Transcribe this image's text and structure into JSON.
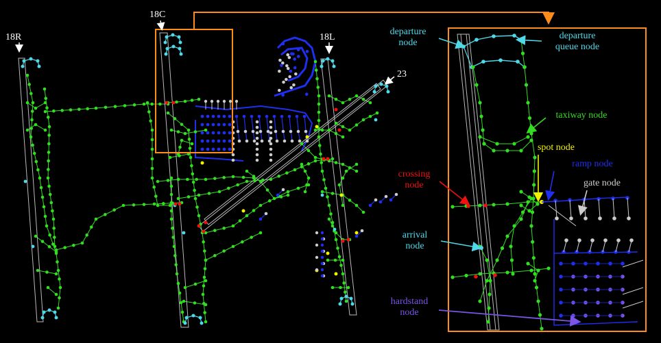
{
  "runways": [
    {
      "id": "rw-18r",
      "label": "18R"
    },
    {
      "id": "rw-18c",
      "label": "18C"
    },
    {
      "id": "rw-18l",
      "label": "18L"
    },
    {
      "id": "rw-23",
      "label": "23"
    }
  ],
  "legend": [
    {
      "key": "departure",
      "label": "departure node",
      "lines": [
        "departure",
        "node"
      ],
      "color": "#4fd8e8"
    },
    {
      "key": "queue",
      "label": "departure queue node",
      "lines": [
        "departure",
        "queue node"
      ],
      "color": "#4fd8e8"
    },
    {
      "key": "taxiway",
      "label": "taxiway node",
      "lines": [
        "taxiway node"
      ],
      "color": "#33dd22"
    },
    {
      "key": "spot",
      "label": "spot node",
      "lines": [
        "spot node"
      ],
      "color": "#f2f200"
    },
    {
      "key": "ramp",
      "label": "ramp node",
      "lines": [
        "ramp node"
      ],
      "color": "#1f2ff0"
    },
    {
      "key": "gate",
      "label": "gate node",
      "lines": [
        "gate node"
      ],
      "color": "#cccccc"
    },
    {
      "key": "crossing",
      "label": "crossing node",
      "lines": [
        "crossing",
        "node"
      ],
      "color": "#ee1111"
    },
    {
      "key": "arrival",
      "label": "arrival node",
      "lines": [
        "arrival",
        "node"
      ],
      "color": "#4fd8e8"
    },
    {
      "key": "hardstand",
      "label": "hardstand node",
      "lines": [
        "hardstand",
        "node"
      ],
      "color": "#7a55e6"
    }
  ],
  "colors": {
    "background": "#000000",
    "runway_outline": "#bbbbbb",
    "taxiway": "#33dd22",
    "ramp": "#1f2ff0",
    "gate": "#cccccc",
    "departure": "#4fd8e8",
    "crossing": "#ee1111",
    "spot": "#f2f200",
    "hardstand": "#7a55e6",
    "zoom_frame": "#ff8c1a",
    "arrow_white": "#ffffff"
  }
}
